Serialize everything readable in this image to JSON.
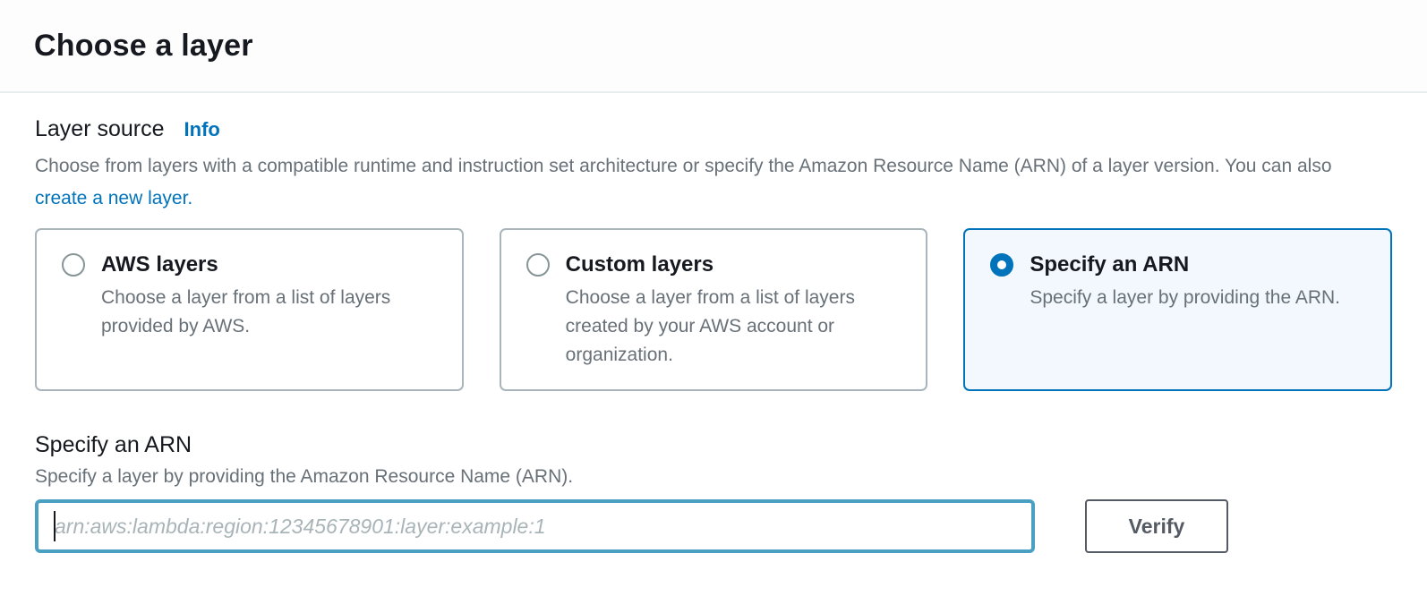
{
  "header": {
    "title": "Choose a layer"
  },
  "layer_source": {
    "label": "Layer source",
    "info_link": "Info",
    "description_before_link": "Choose from layers with a compatible runtime and instruction set architecture or specify the Amazon Resource Name (ARN) of a layer version. You can also ",
    "link_text": "create a new layer.",
    "options": [
      {
        "title": "AWS layers",
        "description": "Choose a layer from a list of layers provided by AWS.",
        "selected": false
      },
      {
        "title": "Custom layers",
        "description": "Choose a layer from a list of layers created by your AWS account or organization.",
        "selected": false
      },
      {
        "title": "Specify an ARN",
        "description": "Specify a layer by providing the ARN.",
        "selected": true
      }
    ]
  },
  "arn_section": {
    "title": "Specify an ARN",
    "description": "Specify a layer by providing the Amazon Resource Name (ARN).",
    "input_value": "",
    "input_placeholder": "arn:aws:lambda:region:12345678901:layer:example:1",
    "verify_button": "Verify"
  },
  "colors": {
    "accent_blue": "#0073bb",
    "selected_tile_bg": "#f2f8fd",
    "focused_input_border": "#4aa0c3",
    "secondary_text": "#687078",
    "primary_text": "#16191f",
    "tile_border": "#a9b4bb",
    "button_border": "#545b64",
    "divider": "#eaeded"
  }
}
